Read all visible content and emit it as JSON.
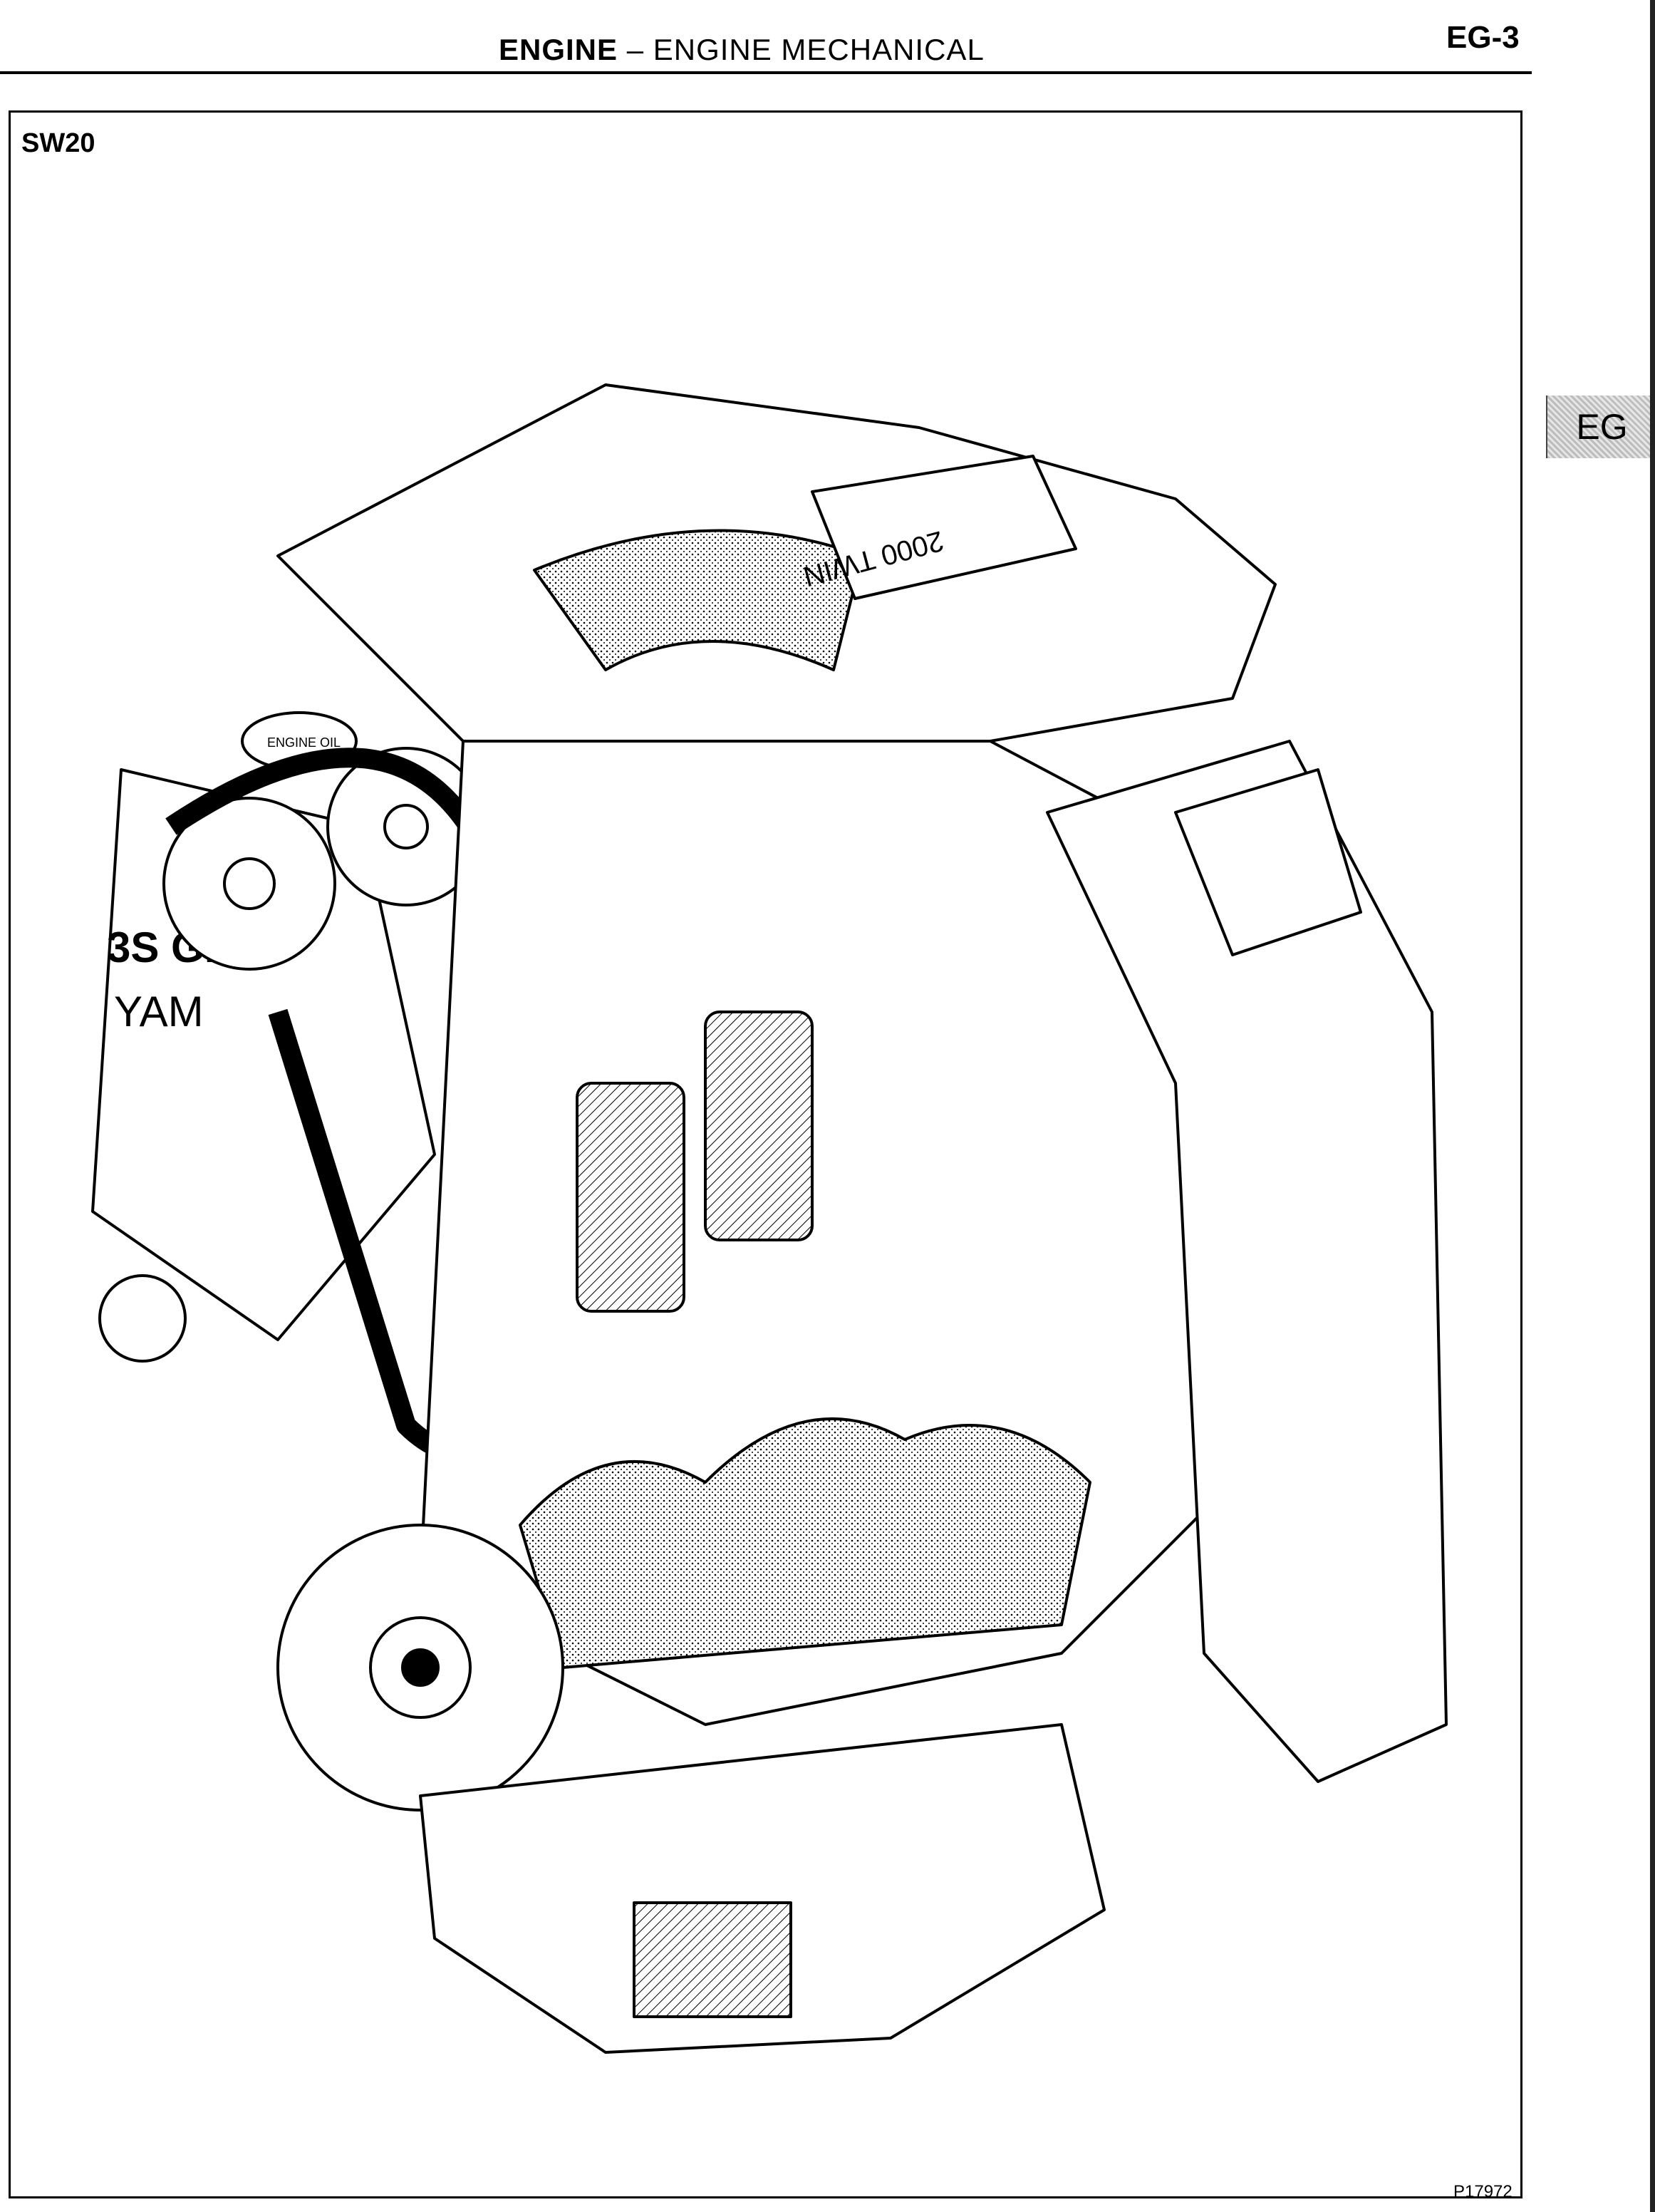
{
  "header": {
    "title_bold": "ENGINE",
    "title_rest": " – ENGINE MECHANICAL",
    "page_number": "EG-3"
  },
  "section_tab": {
    "label": "EG"
  },
  "figure": {
    "model_label": "SW20",
    "figure_code": "P17972",
    "engine_markings": {
      "oil_cap": "ENGINE OIL",
      "timing_cover": "3S GE",
      "timing_cover_sub": "YAM",
      "cam_cover": "2000 TWIN"
    }
  }
}
